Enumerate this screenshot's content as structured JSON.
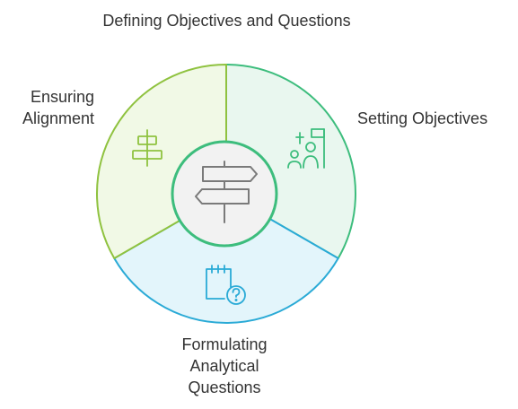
{
  "title": "Defining Objectives and Questions",
  "segments": [
    {
      "id": "setting-objectives",
      "label_lines": [
        "Setting Objectives"
      ],
      "icon": "flag-and-people-icon",
      "fill": "#e9f7ef",
      "stroke": "#3dbd7d"
    },
    {
      "id": "formulating-questions",
      "label_lines": [
        "Formulating",
        "Analytical",
        "Questions"
      ],
      "icon": "calendar-question-icon",
      "fill": "#e3f5fb",
      "stroke": "#2aaad6"
    },
    {
      "id": "ensuring-alignment",
      "label_lines": [
        "Ensuring",
        "Alignment"
      ],
      "icon": "align-center-icon",
      "fill": "#f1f9e6",
      "stroke": "#8fc23f"
    }
  ],
  "center": {
    "icon": "signpost-icon",
    "fill": "#f2f2f2",
    "stroke": "#3dbd7d"
  }
}
